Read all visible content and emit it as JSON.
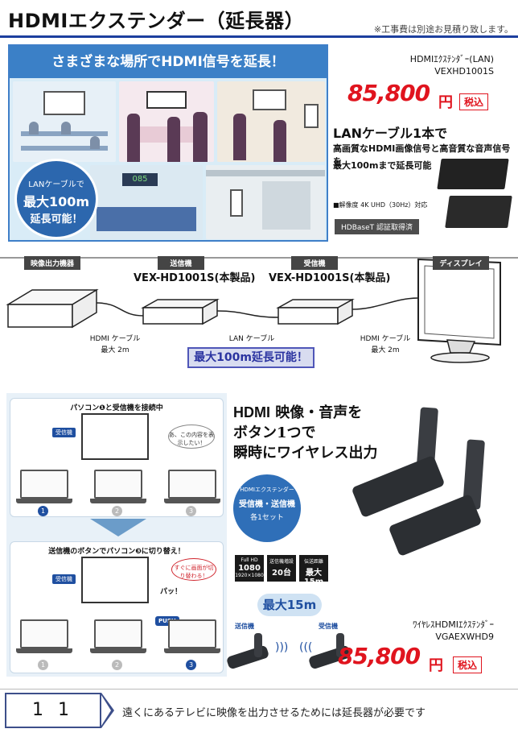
{
  "header": {
    "title": "HDMIエクステンダー（延長器）",
    "note": "※工事費は別途お見積り致します。"
  },
  "banner": {
    "heading": "さまざまな場所でHDMI信号を延長！",
    "badge_line1": "LANケーブルで",
    "badge_line2": "最大100m",
    "badge_line3": "延長可能！",
    "sign_number": "085"
  },
  "product1": {
    "name_line1": "HDMIｴｸｽﾃﾝﾀﾞｰ(LAN)",
    "name_line2": "VEXHD1001S",
    "price": "85,800",
    "price_unit": "円",
    "tax_label": "税込",
    "feature_line1": "LANケーブル1本で",
    "feature_line2": "高画質なHDMI画像信号と高音質な音声信号を",
    "feature_line3": "最大100mまで延長可能",
    "resolution_note": "■解像度 4K UHD（30Hz）対応",
    "certification": "HDBaseT 認証取得済"
  },
  "diagram": {
    "tag_source": "映像出力機器",
    "tag_transmitter": "送信機",
    "tag_receiver": "受信機",
    "tag_display": "ディスプレイ",
    "model_transmitter": "VEX-HD1001S(本製品)",
    "model_receiver": "VEX-HD1001S(本製品)",
    "cable_left_name": "HDMI ケーブル",
    "cable_left_len": "最大 2m",
    "cable_mid_name": "LAN ケーブル",
    "cable_right_name": "HDMI ケーブル",
    "cable_right_len": "最大 2m",
    "distance_badge": "最大100m延長可能！"
  },
  "switching": {
    "panel1_title": "パソコン❶と受信機を接続中",
    "panel2_title": "送信機のボタンでパソコン❸に切り替え！",
    "receiver_tag": "受信機",
    "bubble1": "あ、この内容を表示したい！",
    "bubble2": "すぐに画面が切り替わる！",
    "click_sound": "パッ！",
    "push_label": "PUSH",
    "num1": "1",
    "num2": "2",
    "num3": "3"
  },
  "product2": {
    "head_hdmi": "HDMI",
    "head_line1_rest": "映像・音声を",
    "head_line2": "ボタン1つで",
    "head_line3": "瞬時にワイヤレス出力",
    "circle_top": "HDMIエクステンダー",
    "circle_mid": "受信機・送信機",
    "circle_bottom": "各1セット",
    "spec1_top": "Full HD",
    "spec1_big": "1080",
    "spec1_sub": "1920×1080",
    "spec2_top": "送信機増設",
    "spec2_big": "20台",
    "spec3_top": "伝送距離",
    "spec3_big": "最大15m",
    "range_badge": "最大15m",
    "label_tx": "送信機",
    "label_rx": "受信機",
    "name_line1": "ﾜｲﾔﾚｽHDMIｴｸｽﾃﾝﾀﾞｰ",
    "name_line2": "VGAEXWHD9",
    "price": "85,800",
    "price_unit": "円",
    "tax_label": "税込"
  },
  "footer": {
    "page_number": "11",
    "caption": "遠くにあるテレビに映像を出力させるためには延長器が必要です"
  }
}
